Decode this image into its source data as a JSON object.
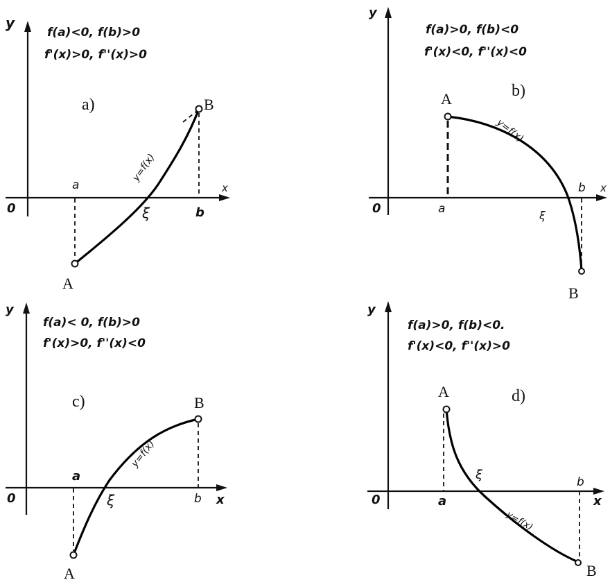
{
  "panels": [
    {
      "id": "a",
      "caption": "a)",
      "cond1": "f(a)<0,  f(b)>0",
      "cond2": "f'(x)>0,  f''(x)>0",
      "y_axis": "y",
      "x_axis": "x",
      "origin": "0",
      "left_end": "a",
      "right_end": "b",
      "root": "ξ",
      "start_point": "A",
      "end_point": "B",
      "curve_label": "y=f(x)"
    },
    {
      "id": "b",
      "caption": "b)",
      "cond1": "f(a)>0,  f(b)<0",
      "cond2": "f'(x)<0, f''(x)<0",
      "y_axis": "y",
      "x_axis": "x",
      "origin": "0",
      "left_end": "a",
      "right_end": "b",
      "root": "ξ",
      "start_point": "A",
      "end_point": "B",
      "curve_label": "y=f(x)"
    },
    {
      "id": "c",
      "caption": "c)",
      "cond1": "f(a)< 0,  f(b)>0",
      "cond2": "f'(x)>0,  f''(x)<0",
      "y_axis": "y",
      "x_axis": "x",
      "origin": "0",
      "left_end": "a",
      "right_end": "b",
      "root": "ξ",
      "start_point": "A",
      "end_point": "B",
      "curve_label": "y=f(x)"
    },
    {
      "id": "d",
      "caption": "d)",
      "cond1": "f(a)>0,  f(b)<0.",
      "cond2": "f'(x)<0,  f''(x)>0",
      "y_axis": "y",
      "x_axis": "x",
      "origin": "0",
      "left_end": "a",
      "right_end": "b",
      "root": "ξ",
      "start_point": "A",
      "end_point": "B",
      "curve_label": "y=f(x)"
    }
  ]
}
